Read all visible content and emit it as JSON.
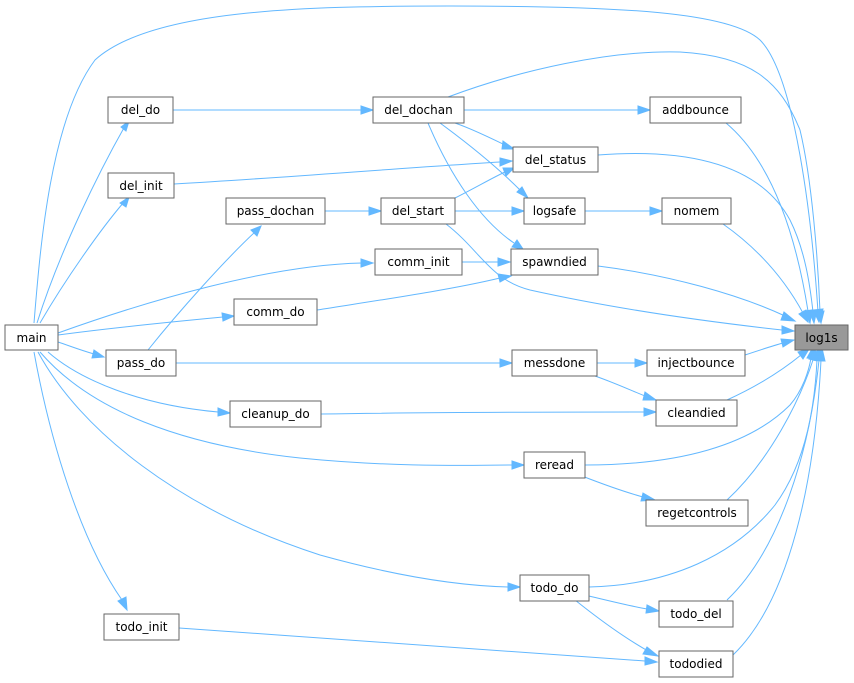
{
  "diagram": {
    "type": "call-graph",
    "highlighted_node": "log1s",
    "edge_color": "#63b8ff",
    "node_border_color": "#666666",
    "highlight_fill": "#999999",
    "nodes": {
      "log1s": "log1s",
      "main": "main",
      "del_do": "del_do",
      "del_init": "del_init",
      "del_dochan": "del_dochan",
      "addbounce": "addbounce",
      "del_status": "del_status",
      "pass_dochan": "pass_dochan",
      "del_start": "del_start",
      "logsafe": "logsafe",
      "nomem": "nomem",
      "comm_init": "comm_init",
      "spawndied": "spawndied",
      "comm_do": "comm_do",
      "pass_do": "pass_do",
      "messdone": "messdone",
      "injectbounce": "injectbounce",
      "cleanup_do": "cleanup_do",
      "cleandied": "cleandied",
      "reread": "reread",
      "regetcontrols": "regetcontrols",
      "todo_do": "todo_do",
      "todo_del": "todo_del",
      "todo_init": "todo_init",
      "tododied": "tododied"
    },
    "edges": [
      [
        "main",
        "log1s"
      ],
      [
        "main",
        "del_do"
      ],
      [
        "main",
        "del_init"
      ],
      [
        "main",
        "comm_init"
      ],
      [
        "main",
        "comm_do"
      ],
      [
        "main",
        "pass_do"
      ],
      [
        "main",
        "cleanup_do"
      ],
      [
        "main",
        "reread"
      ],
      [
        "main",
        "todo_do"
      ],
      [
        "main",
        "todo_init"
      ],
      [
        "del_do",
        "del_dochan"
      ],
      [
        "del_init",
        "del_status"
      ],
      [
        "del_dochan",
        "log1s"
      ],
      [
        "del_dochan",
        "addbounce"
      ],
      [
        "del_dochan",
        "del_status"
      ],
      [
        "del_dochan",
        "logsafe"
      ],
      [
        "del_dochan",
        "spawndied"
      ],
      [
        "addbounce",
        "log1s"
      ],
      [
        "del_status",
        "log1s"
      ],
      [
        "pass_dochan",
        "del_start"
      ],
      [
        "del_start",
        "log1s"
      ],
      [
        "del_start",
        "del_status"
      ],
      [
        "del_start",
        "logsafe"
      ],
      [
        "logsafe",
        "nomem"
      ],
      [
        "nomem",
        "log1s"
      ],
      [
        "comm_init",
        "spawndied"
      ],
      [
        "comm_do",
        "spawndied"
      ],
      [
        "spawndied",
        "log1s"
      ],
      [
        "pass_do",
        "pass_dochan"
      ],
      [
        "pass_do",
        "messdone"
      ],
      [
        "messdone",
        "injectbounce"
      ],
      [
        "messdone",
        "cleandied"
      ],
      [
        "injectbounce",
        "log1s"
      ],
      [
        "cleanup_do",
        "cleandied"
      ],
      [
        "cleandied",
        "log1s"
      ],
      [
        "reread",
        "log1s"
      ],
      [
        "reread",
        "regetcontrols"
      ],
      [
        "regetcontrols",
        "log1s"
      ],
      [
        "todo_do",
        "log1s"
      ],
      [
        "todo_do",
        "todo_del"
      ],
      [
        "todo_do",
        "tododied"
      ],
      [
        "todo_del",
        "log1s"
      ],
      [
        "todo_init",
        "tododied"
      ],
      [
        "tododied",
        "log1s"
      ]
    ]
  }
}
